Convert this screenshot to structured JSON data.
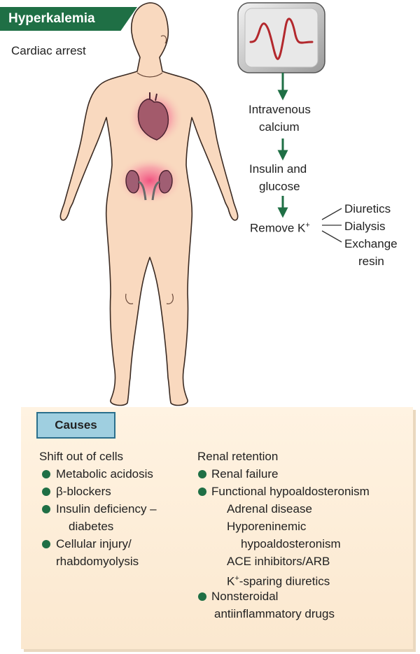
{
  "title": "Hyperkalemia",
  "effect": "Cardiac arrest",
  "treatment": {
    "steps": [
      "Intravenous",
      "calcium",
      "Insulin and",
      "glucose"
    ],
    "remove_label": "Remove K",
    "remove_superscript": "+",
    "remove_options": [
      "Diuretics",
      "Dialysis",
      "Exchange",
      "resin"
    ]
  },
  "causes": {
    "header": "Causes",
    "shift_heading": "Shift out of cells",
    "shift_items": [
      "Metabolic acidosis",
      "β-blockers",
      "Insulin deficiency –",
      "diabetes",
      "Cellular injury/",
      "rhabdomyolysis"
    ],
    "renal_heading": "Renal retention",
    "renal_items": [
      "Renal failure",
      "Functional hypoaldosteronism"
    ],
    "renal_subitems": [
      "Adrenal disease",
      "Hyporeninemic",
      "hypoaldosteronism",
      "ACE inhibitors/ARB"
    ],
    "ksparing_superscript": "+",
    "ksparing_label": "-sparing diuretics",
    "ksparing_prefix": "K",
    "nsaid_items": [
      "Nonsteroidal",
      "antiinflammatory drugs"
    ]
  },
  "colors": {
    "banner": "#1f6f45",
    "arrow": "#1f6f45",
    "skin": "#f9d9bf",
    "ecg_line": "#b3282d",
    "heart": "#a35a6b",
    "kidney": "#a05e73",
    "causes_tab": "#9fcfe0"
  },
  "icons": [
    "ecg-monitor-icon",
    "heart-icon",
    "kidney-icon",
    "human-figure-icon"
  ]
}
